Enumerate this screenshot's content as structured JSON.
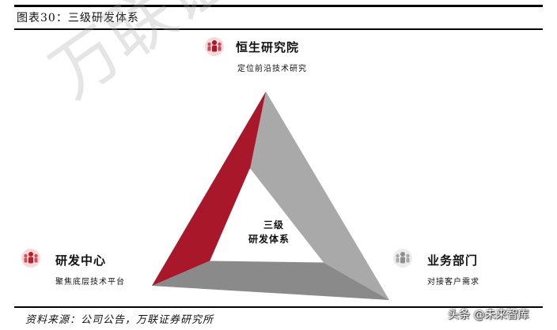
{
  "figure": {
    "title": "图表30：三级研发体系",
    "source": "资料来源：公司公告，万联证券研究所"
  },
  "watermark": {
    "text": "万联证"
  },
  "credit": {
    "text": "头条 @未来智库"
  },
  "diagram": {
    "center_line1": "三级",
    "center_line2": "研发体系",
    "nodes": {
      "top": {
        "title": "恒生研究院",
        "subtitle": "定位前沿技术研究",
        "icon": "people-icon",
        "color": "#a8182a"
      },
      "left": {
        "title": "研发中心",
        "subtitle": "聚焦底层技术平台",
        "icon": "people-icon",
        "color": "#b81f2c"
      },
      "right": {
        "title": "业务部门",
        "subtitle": "对接客户需求",
        "icon": "people-icon",
        "color": "#9a9a9a"
      }
    }
  },
  "colors": {
    "red": "#a8182a",
    "gray_dark": "#8e8e8e",
    "gray_light": "#bdbdbd"
  }
}
